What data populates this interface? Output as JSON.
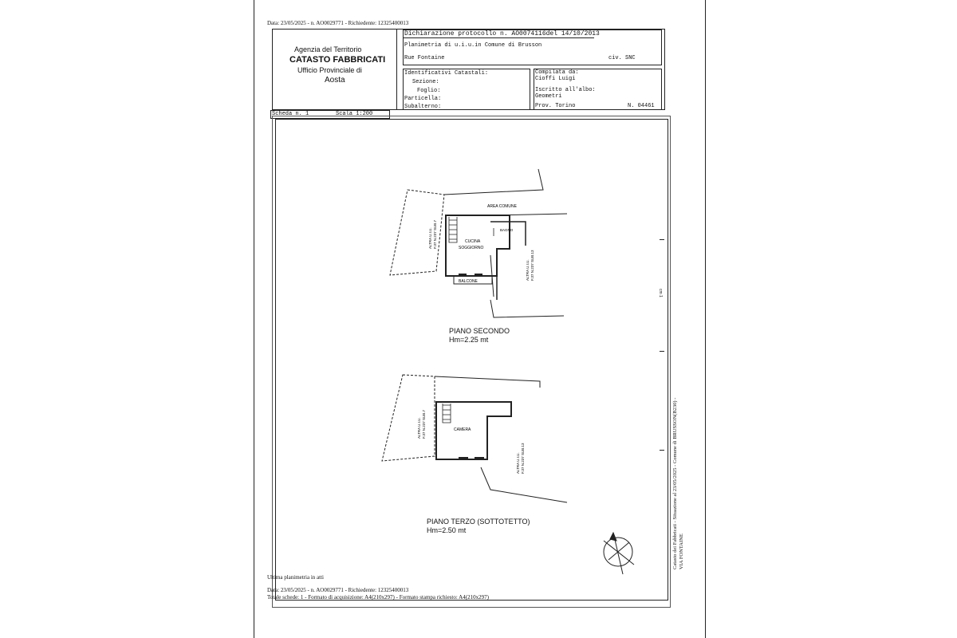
{
  "header_top": "Data: 23/05/2025 - n. AO0029771 - Richiedente: 12325400013",
  "agency": {
    "line1": "Agenzia del Territorio",
    "line2": "CATASTO FABBRICATI",
    "line3": "Ufficio Provinciale di",
    "line4": "Aosta"
  },
  "declaration": "Dichiarazione protocollo n. AO0074116del  14/10/2013",
  "planimetria": "Planimetria di u.i.u.in Comune di Brusson",
  "street": "Rue Fontaine",
  "civ": "civ. SNC",
  "identificativi": {
    "title": "Identificativi Catastali:",
    "sezione": "Sezione:",
    "foglio": "Foglio:",
    "particella": "Particella:",
    "subalterno": "Subalterno:"
  },
  "compilata": {
    "title": "Compilata da:",
    "name": "Cioffi Luigi",
    "iscritto": "Iscritto all'albo:",
    "albo": "Geometri",
    "prov": "Prov. Torino",
    "numero": "N. 04461"
  },
  "scheda": "Scheda n. 1",
  "scala": "Scala 1:200",
  "floor2": {
    "area_comune": "AREA COMUNE",
    "bagno": "BAGNO",
    "cucina": "CUCINA",
    "soggiorno": "SOGGIORNO",
    "balcone": "BALCONE",
    "altra_left_1": "ALTRA U.I.U.",
    "altra_left_2": "F.37 N.237 SUB.7",
    "altra_right_1": "ALTRA U.I.U.",
    "altra_right_2": "F.37 N.237 SUB.13",
    "title": "PIANO SECONDO",
    "height": "Hm=2.25 mt"
  },
  "floor3": {
    "camera": "CAMERA",
    "altra_left_1": "ALTRA U.I.U.",
    "altra_left_2": "F.37 N.237 SUB.7",
    "altra_right_1": "ALTRA U.I.U.",
    "altra_right_2": "F.37 N.237 SUB.13",
    "title": "PIANO TERZO (SOTTOTETTO)",
    "height": "Hm=2.50 mt"
  },
  "side_mark": "cm 1",
  "vertical_note": "Catasto dei Fabbricati - Situazione al 23/05/2025 - Comune di BRUSSON(B230) -",
  "vertical_note2": "VIA FONTAINE",
  "footer": {
    "ultima": "Ultima planimetria in atti",
    "data": "Data: 23/05/2025 - n. AO0029771 - Richiedente: 12325400013",
    "totale": "Totale schede: 1 - Formato di acquisizione: A4(210x297)  - Formato stampa richiesto: A4(210x297)"
  }
}
